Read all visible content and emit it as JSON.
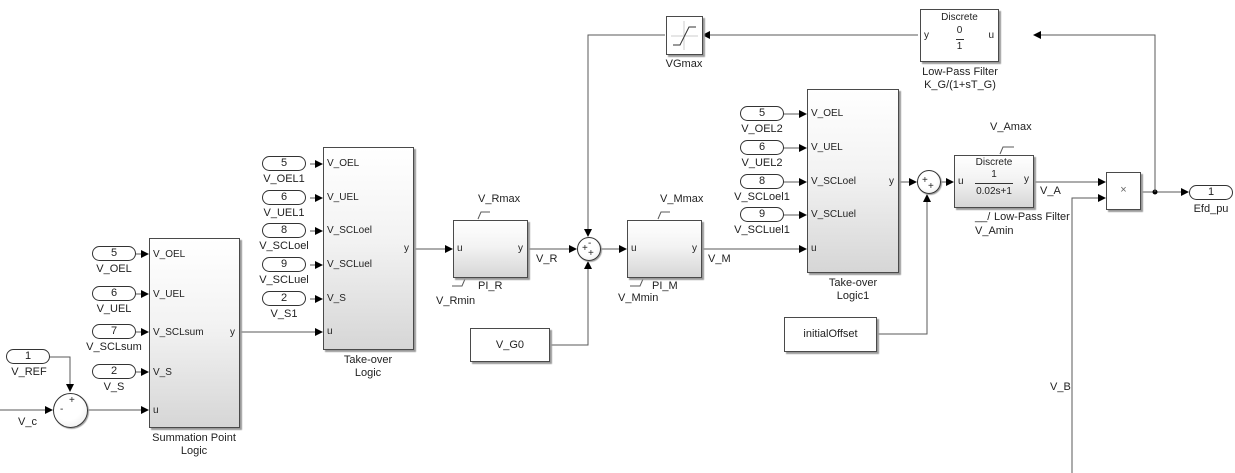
{
  "diagram": {
    "blocks": {
      "summation_point_logic": {
        "name": "Summation Point Logic",
        "name_line1": "Summation Point",
        "name_line2": "Logic",
        "inputs": [
          "V_OEL",
          "V_UEL",
          "V_SCLsum",
          "V_S",
          "u"
        ],
        "output": "y"
      },
      "takeover_logic": {
        "name_line1": "Take-over",
        "name_line2": "Logic",
        "inputs": [
          "V_OEL",
          "V_UEL",
          "V_SCLoel",
          "V_SCLuel",
          "V_S",
          "u"
        ],
        "output": "y"
      },
      "takeover_logic1": {
        "name_line1": "Take-over",
        "name_line2": "Logic1",
        "inputs": [
          "V_OEL",
          "V_UEL",
          "V_SCLoel",
          "V_SCLuel",
          "u"
        ],
        "output": "y"
      },
      "pi_r": {
        "name": "PI_R",
        "input": "u",
        "output": "y",
        "upper_limit": "V_Rmax",
        "lower_limit": "V_Rmin"
      },
      "pi_m": {
        "name": "PI_M",
        "input": "u",
        "output": "y",
        "upper_limit": "V_Mmax",
        "lower_limit": "V_Mmin"
      },
      "v_g0": {
        "name": "V_G0"
      },
      "initial_offset": {
        "name": "initialOffset"
      },
      "vgmax": {
        "name": "VGmax"
      },
      "lpf_g": {
        "type_label": "Discrete",
        "numerator": "0",
        "denominator": "1",
        "input": "u",
        "output": "y",
        "name_line1": "Low-Pass Filter",
        "name_line2": "K_G/(1+sT_G)"
      },
      "lpf_a": {
        "type_label": "Discrete",
        "numerator": "1",
        "denominator": "0.02s+1",
        "input": "u",
        "output": "y",
        "upper_limit": "V_Amax",
        "lower_limit_prefix": "__/",
        "name": "Low-Pass Filter",
        "lower_limit": "V_Amin"
      },
      "product": {
        "symbol": "×"
      },
      "sum_vc": {
        "signs": [
          "+",
          "-"
        ]
      },
      "sum_vr": {
        "signs": [
          "-",
          "+",
          "+"
        ]
      },
      "sum_offset": {
        "signs": [
          "+",
          "+"
        ]
      }
    },
    "inports": [
      {
        "number": "1",
        "label": "V_REF"
      },
      {
        "number": "5",
        "label": "V_OEL"
      },
      {
        "number": "6",
        "label": "V_UEL"
      },
      {
        "number": "7",
        "label": "V_SCLsum"
      },
      {
        "number": "2",
        "label": "V_S"
      },
      {
        "number": "5",
        "label": "V_OEL1"
      },
      {
        "number": "6",
        "label": "V_UEL1"
      },
      {
        "number": "8",
        "label": "V_SCLoel"
      },
      {
        "number": "9",
        "label": "V_SCLuel"
      },
      {
        "number": "2",
        "label": "V_S1"
      },
      {
        "number": "5",
        "label": "V_OEL2"
      },
      {
        "number": "6",
        "label": "V_UEL2"
      },
      {
        "number": "8",
        "label": "V_SCLoel1"
      },
      {
        "number": "9",
        "label": "V_SCLuel1"
      }
    ],
    "outport": {
      "number": "1",
      "label": "Efd_pu"
    },
    "signals": {
      "v_c": "V_c",
      "v_r": "V_R",
      "v_m": "V_M",
      "v_a": "V_A",
      "v_b": "V_B"
    }
  }
}
